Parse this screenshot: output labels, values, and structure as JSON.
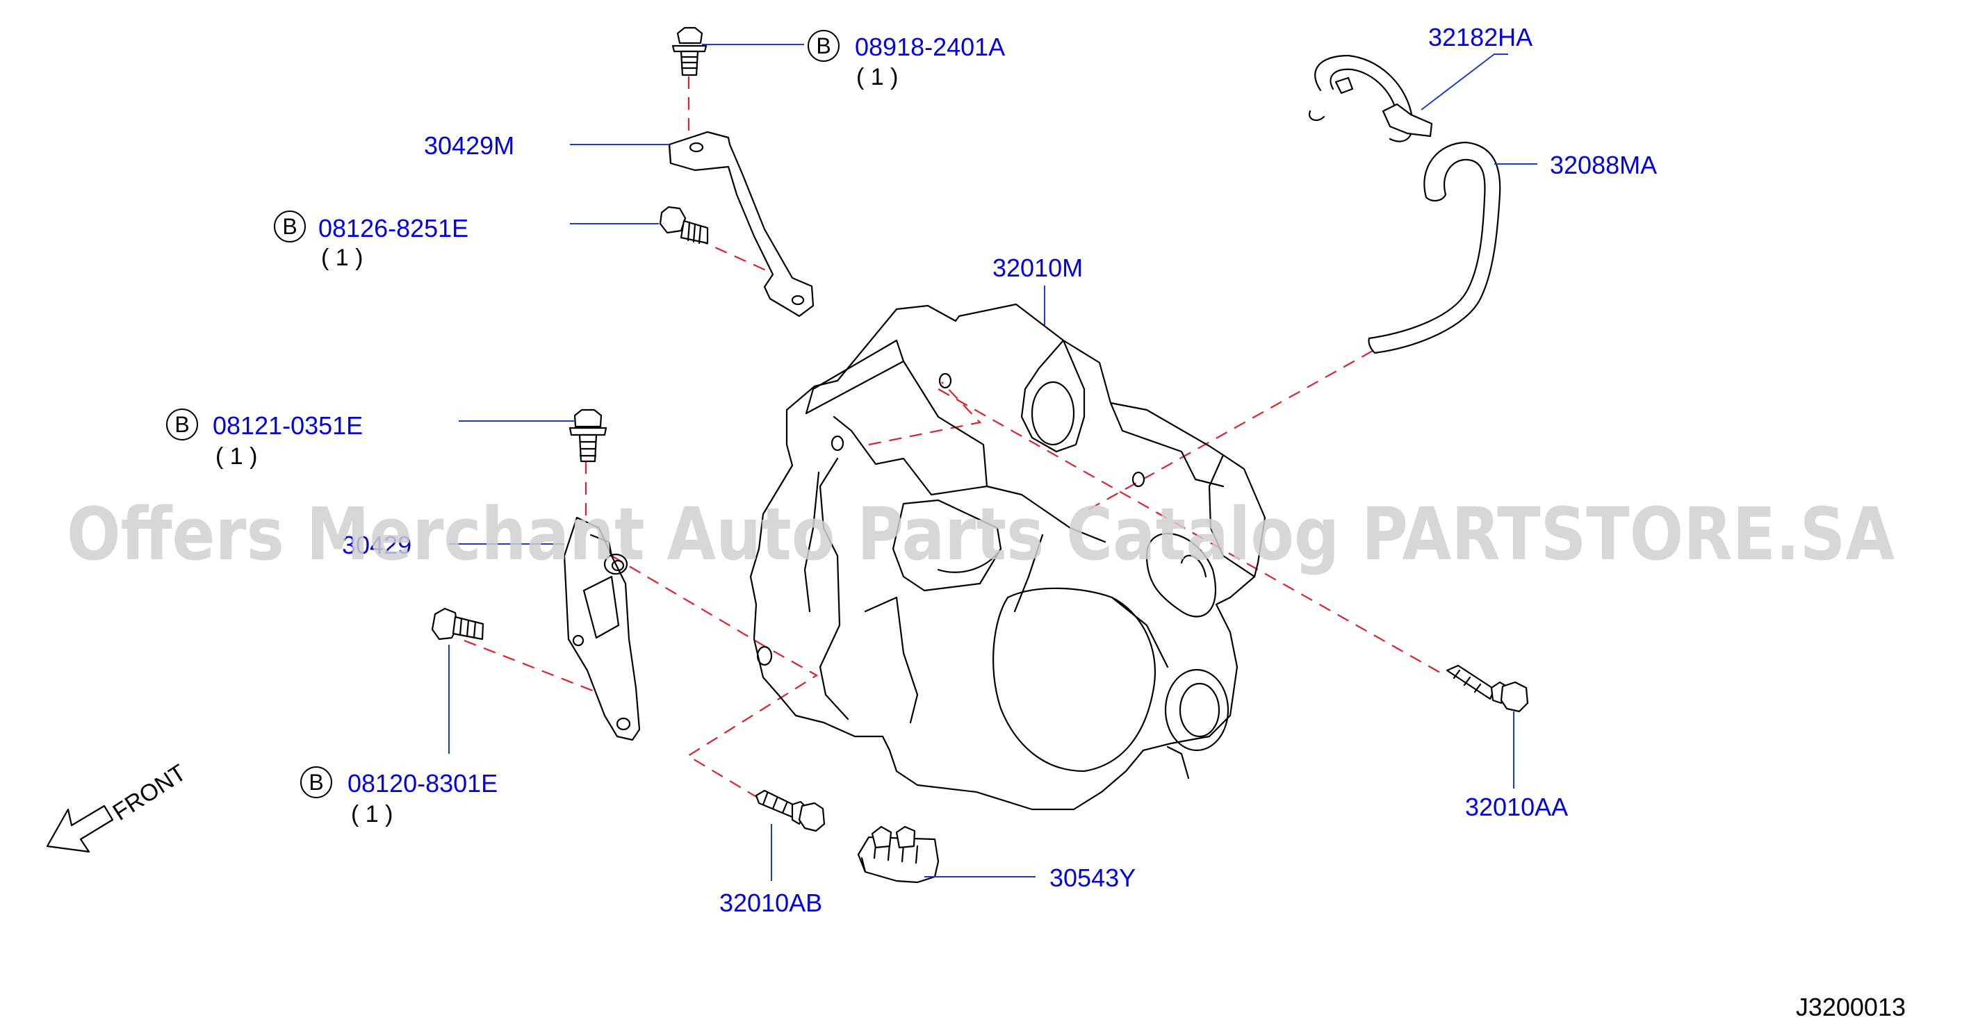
{
  "diagram": {
    "colors": {
      "label": "#0000e6",
      "leader": "#1a3ccc",
      "dash": "#e0202a",
      "line": "#000000",
      "watermark": "#d0d0d0"
    },
    "badge_letter": "B",
    "parts": [
      {
        "id": "08918-2401A",
        "label": "08918-2401A",
        "qty": "( 1 )",
        "badge": true
      },
      {
        "id": "30429M",
        "label": "30429M"
      },
      {
        "id": "08126-8251E",
        "label": "08126-8251E",
        "qty": "( 1 )",
        "badge": true
      },
      {
        "id": "08121-0351E",
        "label": "08121-0351E",
        "qty": "( 1 )",
        "badge": true
      },
      {
        "id": "30429",
        "label": "30429"
      },
      {
        "id": "08120-8301E",
        "label": "08120-8301E",
        "qty": "( 1 )",
        "badge": true
      },
      {
        "id": "32182HA",
        "label": "32182HA"
      },
      {
        "id": "32088MA",
        "label": "32088MA"
      },
      {
        "id": "32010M",
        "label": "32010M"
      },
      {
        "id": "32010AA",
        "label": "32010AA"
      },
      {
        "id": "32010AB",
        "label": "32010AB"
      },
      {
        "id": "30543Y",
        "label": "30543Y"
      }
    ],
    "front_label": "FRONT",
    "drawing_code": "J3200013",
    "watermark": "Offers Merchant Auto Parts Catalog PARTSTORE.SA"
  }
}
